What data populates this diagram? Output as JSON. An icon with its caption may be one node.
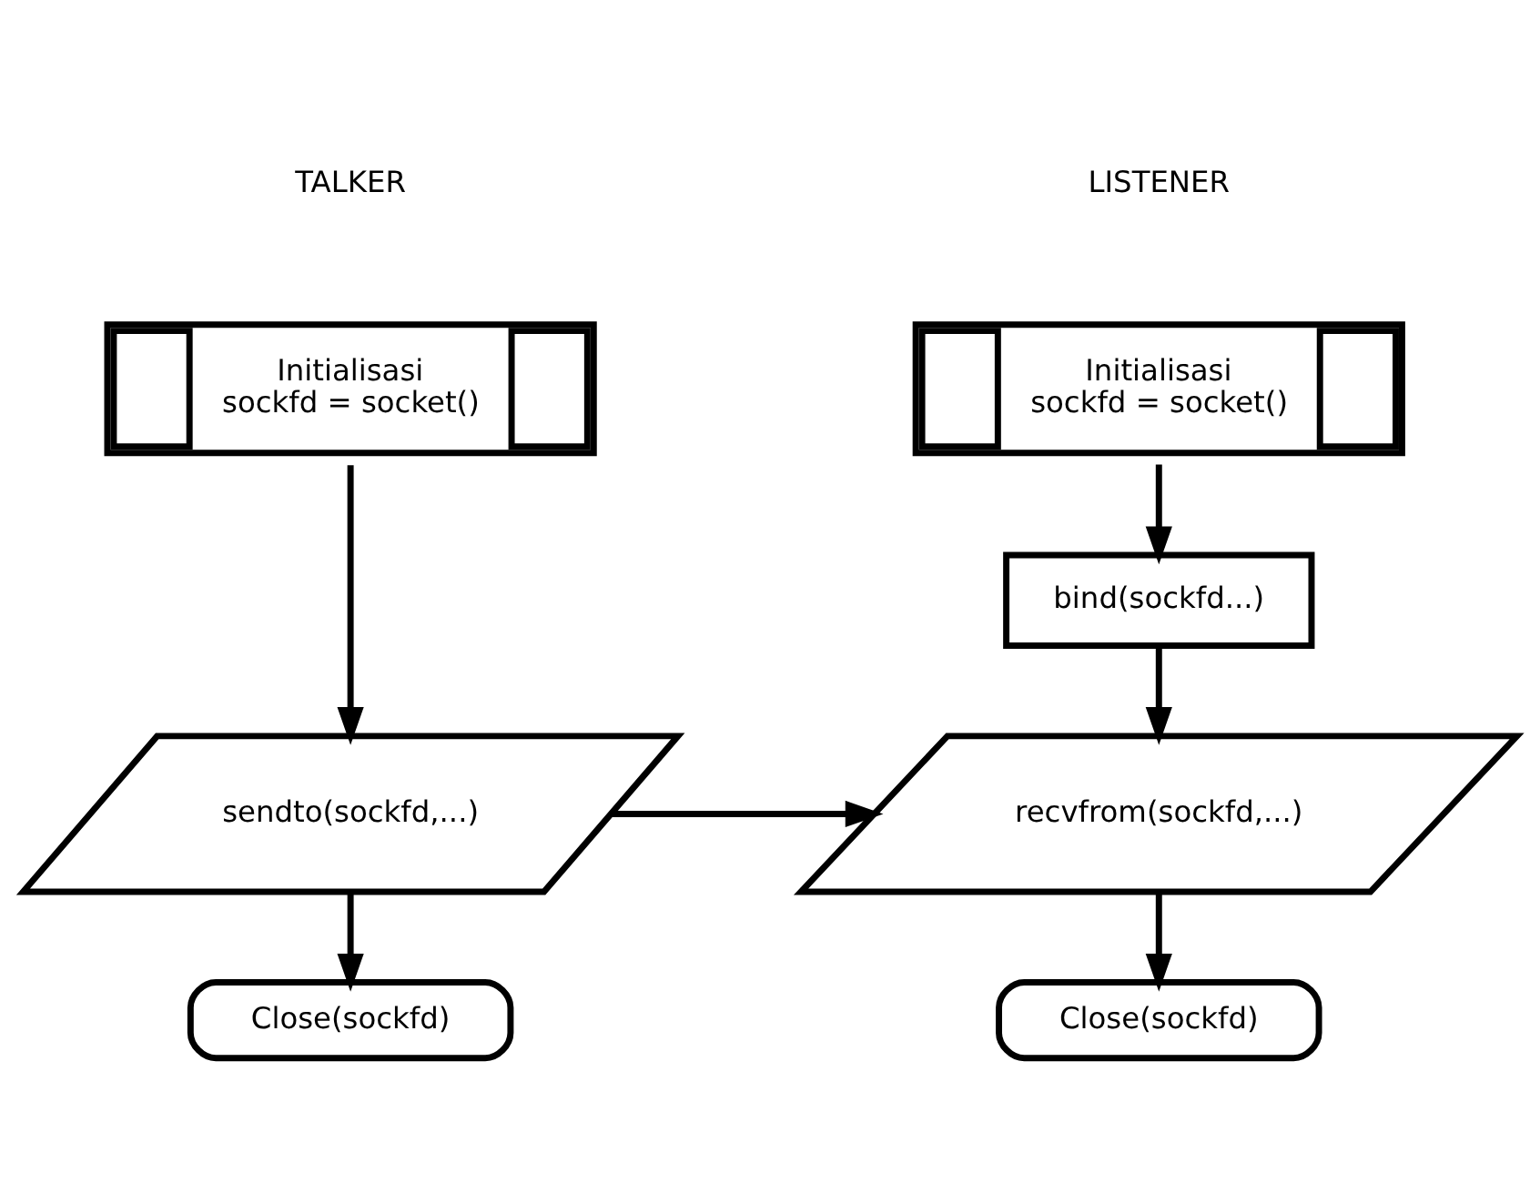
{
  "diagram": {
    "nodes": [
      {
        "text": [
          "Initialisasi",
          "sockfd = socket()"
        ]
      },
      {
        "text": [
          "Initialisasi",
          "sockfd = socket()"
        ]
      },
      {
        "text": [
          "bind(sockfd...)"
        ]
      },
      {
        "text": [
          "sendto(sockfd,...)"
        ]
      },
      {
        "text": [
          "recvfrom(sockfd,...)"
        ]
      },
      {
        "text": [
          "Close(sockfd)"
        ]
      },
      {
        "text": [
          "Close(sockfd)"
        ]
      }
    ],
    "edges": [
      {
        "from": 0,
        "to": 3,
        "arrow": "to"
      },
      {
        "from": 1,
        "to": 2,
        "arrow": "to"
      },
      {
        "from": 2,
        "to": 4,
        "arrow": "to"
      },
      {
        "from": 3,
        "to": 4,
        "arrow": "to"
      },
      {
        "from": 3,
        "to": 5,
        "arrow": "to"
      },
      {
        "from": 4,
        "to": 6,
        "arrow": "to"
      }
    ],
    "labels": [
      "TALKER",
      "LISTENER"
    ]
  }
}
